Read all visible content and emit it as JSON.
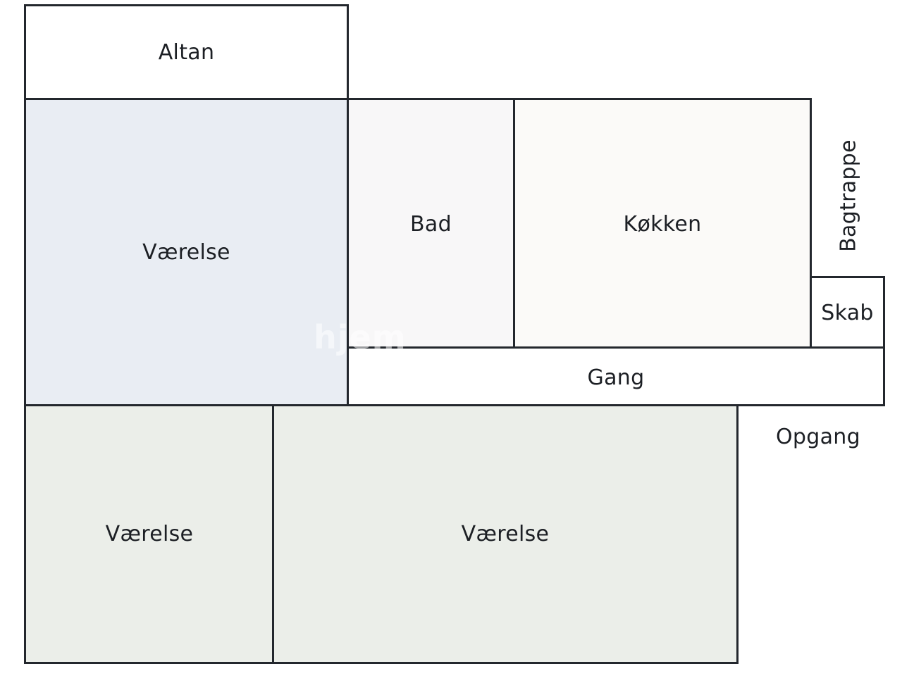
{
  "floorplan": {
    "rooms": {
      "altan": "Altan",
      "vaerelse_1": "Værelse",
      "bad": "Bad",
      "koekken": "Køkken",
      "skab": "Skab",
      "gang": "Gang",
      "vaerelse_2": "Værelse",
      "vaerelse_3": "Værelse"
    },
    "outside_labels": {
      "bagtrappe": "Bagtrappe",
      "opgang": "Opgang"
    },
    "colors": {
      "wall": "#23272d",
      "vaerelse_1_fill": "#e9edf3",
      "bad_fill": "#f8f7f8",
      "koekken_fill": "#fbfaf8",
      "lower_rooms_fill": "#ebeee9",
      "plain_fill": "#ffffff"
    },
    "watermark": "hjem"
  }
}
